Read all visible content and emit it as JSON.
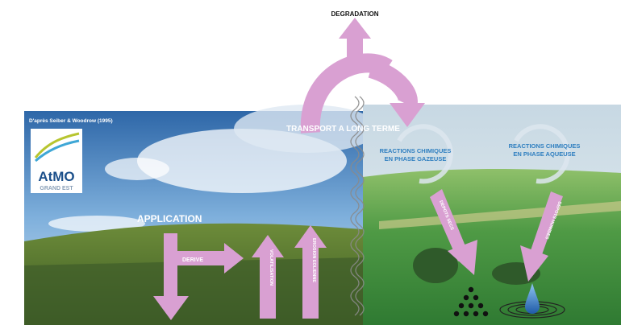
{
  "title": "DEGRADATION",
  "source": "D'après Seiber & Woodrow (1995)",
  "logo": {
    "text_main": "AtMO",
    "text_sub": "GRAND EST"
  },
  "labels": {
    "transport": "TRANSPORT A LONG TERME",
    "gas_line1": "REACTIONS CHIMIQUES",
    "gas_line2": "EN PHASE GAZEUSE",
    "aq_line1": "REACTIONS CHIMIQUES",
    "aq_line2": "EN PHASE AQUEUSE",
    "application": "APPLICATION",
    "derive": "DERIVE",
    "volatilisation": "VOLATILISATION",
    "erosion": "EROSION EOLIENNE",
    "depots_secs": "DEPOTS SECS",
    "depots_humides": "DEPOTS HUMIDES"
  },
  "colors": {
    "arrow": "#d9a0d2",
    "blue_label": "#2f7fc0",
    "sky_top": "#3f7fc4",
    "field_green": "#4f9a45"
  }
}
